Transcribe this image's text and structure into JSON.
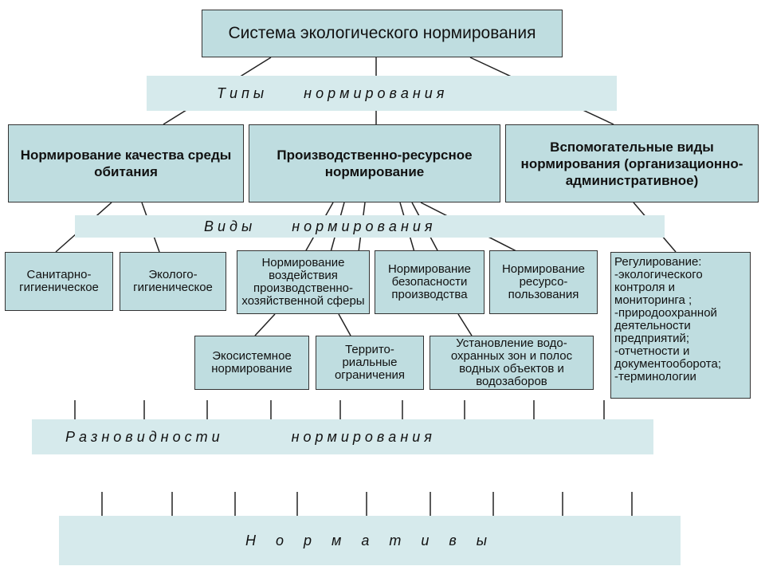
{
  "title": "Система экологического нормирования",
  "bands": {
    "types": "Т и п ы          н о р м и р о в а н и я",
    "kinds": "В и д ы          н о р м и р о в а н и я",
    "varieties": "Р а з н о в и д н о с т и                  н о р м и р о в а н и я",
    "norms": "Н     о     р     м     а     т     и     в     ы"
  },
  "categories": {
    "quality": "Нормирование качества среды обитания",
    "production": "Производственно-ресурсное нормирование",
    "auxiliary": "Вспомогательные виды нормирования (организационно-административное)"
  },
  "subtypes": {
    "sanitary": "Санитарно-гигиеническое",
    "ecohygienic": "Эколого-гигиеническое",
    "impact": "Нормирование воздействия производственно-хозяйственной сферы",
    "safety": "Нормирование безопасности производства",
    "resource": "Нормирование ресурсо-пользования",
    "ecosystem": "Экосистемное нормирование",
    "territorial": "Террито-риальные ограничения",
    "water": "Установление водо-охранных зон и полос водных объектов и водозаборов",
    "regulation": "Регулирование:\n-экологического контроля и мониторинга ;\n-природоохранной деятельности предприятий;\n-отчетности и документооборота;\n-терминологии"
  }
}
